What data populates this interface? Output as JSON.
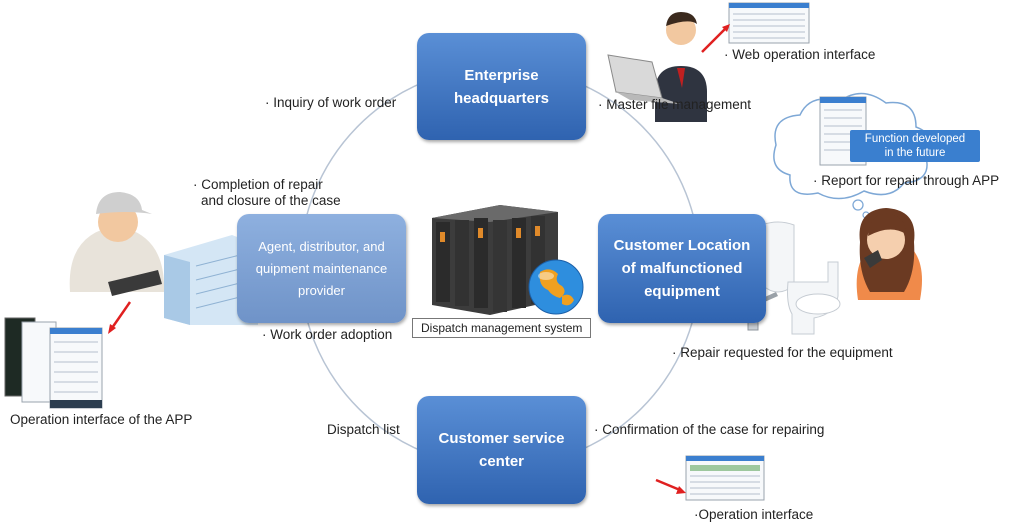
{
  "nodes": {
    "hq": [
      "Enterprise",
      "headquarters"
    ],
    "customer_location": [
      "Customer Location",
      "of malfunctioned",
      "equipment"
    ],
    "service_center": [
      "Customer service",
      "center"
    ],
    "agent": [
      "Agent, distributor, and",
      "quipment maintenance",
      "provider"
    ]
  },
  "center_label": "Dispatch management system",
  "labels": {
    "inquiry": "· Inquiry of work order",
    "master_file": "· Master file management",
    "web_interface": "· Web operation interface",
    "completion_1": "· Completion of repair",
    "completion_2": "and closure of the case",
    "report_app": "· Report for repair through APP",
    "work_order": "· Work order adoption",
    "repair_requested": "· Repair requested for the equipment",
    "dispatch_list": "Dispatch list",
    "confirmation": "· Confirmation of the case for repairing",
    "operation_interface": "·Operation interface",
    "app_interface": "Operation interface of the APP"
  },
  "cloud_text": [
    "Function developed",
    "in the future"
  ],
  "colors": {
    "node_top": "#5a8fd6",
    "node_bottom": "#2f63b0",
    "arrow": "#e02020",
    "ring": "#b8c4d4"
  }
}
